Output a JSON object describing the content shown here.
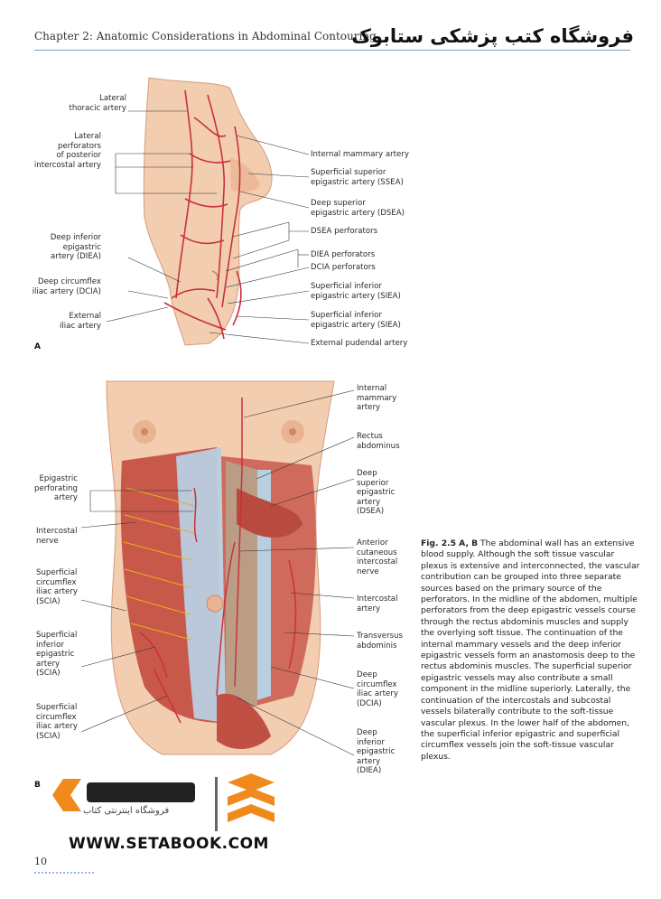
{
  "header": {
    "running_head": "Chapter 2: Anatomic Considerations in Abdominal Contouring",
    "watermark_fa": "فروشگاه کتب پزشکی ستابوک"
  },
  "panel_a": {
    "letter": "A",
    "left_labels": [
      "Lateral\nthoracic artery",
      "Lateral\nperforators\nof posterior\nintercostal artery",
      "Deep inferior\nepigastric\nartery (DIEA)",
      "Deep circumflex\niliac artery (DCIA)",
      "External\niliac artery"
    ],
    "right_labels": [
      "Internal mammary artery",
      "Superficial superior\nepigastric artery (SSEA)",
      "Deep superior\nepigastric artery (DSEA)",
      "DSEA perforators",
      "DIEA perforators",
      "DCIA perforators",
      "Superficial inferior\nepigastric artery (SIEA)",
      "Superficial inferior\nepigastric artery (SIEA)",
      "External pudendal artery"
    ]
  },
  "panel_b": {
    "letter": "B",
    "left_labels": [
      "Epigastric\nperforating\nartery",
      "Intercostal\nnerve",
      "Superficial\ncircumflex\niliac artery\n(SCIA)",
      "Superficial\ninferior\nepigastric\nartery\n(SCIA)",
      "Superficial\ncircumflex\niliac artery\n(SCIA)"
    ],
    "right_labels": [
      "Internal\nmammary\nartery",
      "Rectus\nabdominus",
      "Deep\nsuperior\nepigastric\nartery\n(DSEA)",
      "Anterior\ncutaneous\nintercostal\nnerve",
      "Intercostal\nartery",
      "Transversus\nabdominis",
      "Deep\ncircumflex\niliac artery\n(DCIA)",
      "Deep\ninferior\nepigastric\nartery\n(DIEA)"
    ]
  },
  "caption": {
    "fig_label": "Fig. 2.5  A, B",
    "text": " The abdominal wall has an extensive blood supply. Although the soft tissue vascular plexus is extensive and interconnected, the vascular contribution can be grouped into three separate sources based on the primary source of the perforators. In the midline of the abdomen, multiple perforators from the deep epigastric vessels course through the rectus abdominis muscles and supply the overlying soft tissue. The continuation of the internal mammary vessels and the deep inferior epigastric vessels form an anastomosis deep to the rectus abdominis muscles. The superficial superior epigastric vessels may also contribute a small component in the midline superiorly. Laterally, the continuation of the intercostals and subcostal vessels bilaterally contribute to the soft-tissue vascular plexus. In the lower half of the abdomen, the superficial inferior epigastric and superficial circumflex vessels join the soft-tissue vascular plexus."
  },
  "footer": {
    "page_number": "10",
    "logo_text": "WWW.SETABOOK.COM",
    "logo_fa_sub": "فروشگاه اینترنتی کتاب"
  },
  "colors": {
    "skin": "#f2cdb0",
    "skin_shadow": "#e3a98a",
    "artery": "#c8323a",
    "muscle": "#c8584a",
    "fascia": "#b9cfe0",
    "nerve": "#e8b020",
    "logo_orange": "#f08a1c",
    "rule_blue": "#7a9fc8"
  }
}
